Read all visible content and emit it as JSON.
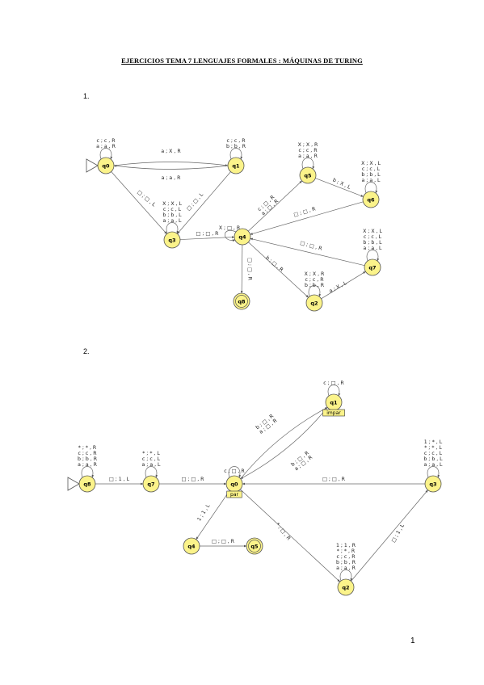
{
  "title": "EJERCICIOS TEMA 7 LENGUAJES FORMALES : MÁQUINAS DE TURING",
  "page_number": "1",
  "exercises": [
    {
      "number": "1.",
      "states": [
        {
          "id": "q0",
          "name": "q0",
          "initial": true,
          "final": false
        },
        {
          "id": "q1",
          "name": "q1",
          "initial": false,
          "final": false
        },
        {
          "id": "q3",
          "name": "q3",
          "initial": false,
          "final": false
        },
        {
          "id": "q4",
          "name": "q4",
          "initial": false,
          "final": false
        },
        {
          "id": "q5",
          "name": "q5",
          "initial": false,
          "final": false
        },
        {
          "id": "q6",
          "name": "q6",
          "initial": false,
          "final": false
        },
        {
          "id": "q7",
          "name": "q7",
          "initial": false,
          "final": false
        },
        {
          "id": "q2",
          "name": "q2",
          "initial": false,
          "final": false
        },
        {
          "id": "q8",
          "name": "q8",
          "initial": false,
          "final": true
        }
      ],
      "transitions": [
        {
          "from": "q0",
          "to": "q0",
          "labels": [
            "c ; c , R",
            "a ; a , R"
          ]
        },
        {
          "from": "q1",
          "to": "q1",
          "labels": [
            "c ; c , R",
            "b ; b , R"
          ]
        },
        {
          "from": "q0",
          "to": "q1",
          "labels": [
            "a ; X , R"
          ]
        },
        {
          "from": "q1",
          "to": "q0",
          "labels": [
            "a ; a , R"
          ]
        },
        {
          "from": "q0",
          "to": "q3",
          "labels": [
            "□ ; □ , L"
          ]
        },
        {
          "from": "q1",
          "to": "q3",
          "labels": [
            "□ ; □ , L"
          ]
        },
        {
          "from": "q3",
          "to": "q3",
          "labels": [
            "X ; X , L",
            "c ; c , L",
            "b ; b , L",
            "a ; a , L"
          ]
        },
        {
          "from": "q3",
          "to": "q4",
          "labels": [
            "□ ; □ , R"
          ]
        },
        {
          "from": "q4",
          "to": "q4",
          "labels": [
            "X ; □ , R"
          ]
        },
        {
          "from": "q4",
          "to": "q5",
          "labels": [
            "c ; □ , R",
            "a ; □ , R"
          ]
        },
        {
          "from": "q5",
          "to": "q5",
          "labels": [
            "X ; X , R",
            "c ; c , R",
            "a ; a , R"
          ]
        },
        {
          "from": "q5",
          "to": "q6",
          "labels": [
            "b ; X , L"
          ]
        },
        {
          "from": "q6",
          "to": "q6",
          "labels": [
            "X ; X , L",
            "c ; c , L",
            "b ; b , L",
            "a ; a , L"
          ]
        },
        {
          "from": "q6",
          "to": "q4",
          "labels": [
            "□ ; □ , R"
          ]
        },
        {
          "from": "q4",
          "to": "q8",
          "labels": [
            "□ ; □ , R"
          ]
        },
        {
          "from": "q4",
          "to": "q2",
          "labels": [
            "b ; □ , R"
          ]
        },
        {
          "from": "q2",
          "to": "q2",
          "labels": [
            "X ; X , R",
            "c ; c , R",
            "b ; b , R"
          ]
        },
        {
          "from": "q2",
          "to": "q7",
          "labels": [
            "a ; X , L"
          ]
        },
        {
          "from": "q7",
          "to": "q7",
          "labels": [
            "X ; X , L",
            "c ; c , L",
            "b ; b , L",
            "a ; a , L"
          ]
        },
        {
          "from": "q7",
          "to": "q4",
          "labels": [
            "□ ; □ , R"
          ]
        }
      ]
    },
    {
      "number": "2.",
      "states": [
        {
          "id": "q8",
          "name": "q8",
          "initial": true,
          "final": false
        },
        {
          "id": "q7",
          "name": "q7",
          "initial": false,
          "final": false
        },
        {
          "id": "q0",
          "name": "q0",
          "initial": false,
          "final": false,
          "tag": "par"
        },
        {
          "id": "q1",
          "name": "q1",
          "initial": false,
          "final": false,
          "tag": "impar"
        },
        {
          "id": "q3",
          "name": "q3",
          "initial": false,
          "final": false
        },
        {
          "id": "q4",
          "name": "q4",
          "initial": false,
          "final": false
        },
        {
          "id": "q5",
          "name": "q5",
          "initial": false,
          "final": true
        },
        {
          "id": "q2",
          "name": "q2",
          "initial": false,
          "final": false
        }
      ],
      "transitions": [
        {
          "from": "q8",
          "to": "q8",
          "labels": [
            "* ; * , R",
            "c ; c , R",
            "b ; b , R",
            "a ; a , R"
          ]
        },
        {
          "from": "q8",
          "to": "q7",
          "labels": [
            "□ ; 1 , L"
          ]
        },
        {
          "from": "q7",
          "to": "q7",
          "labels": [
            "* ; * , L",
            "c ; c , L",
            "a ; a , L"
          ]
        },
        {
          "from": "q7",
          "to": "q0",
          "labels": [
            "□ ; □ , R"
          ]
        },
        {
          "from": "q0",
          "to": "q0",
          "labels": [
            "c ; □ , R"
          ]
        },
        {
          "from": "q0",
          "to": "q1",
          "labels": [
            "b ; □ , R",
            "a ; □ , R"
          ]
        },
        {
          "from": "q1",
          "to": "q1",
          "labels": [
            "c ; □ , R"
          ]
        },
        {
          "from": "q1",
          "to": "q0",
          "labels": [
            "b ; □ , R",
            "a ; □ , R"
          ]
        },
        {
          "from": "q3",
          "to": "q3",
          "labels": [
            "1 ; * , L",
            "* ; * , L",
            "c ; c , L",
            "b ; b , L",
            "a ; a , L"
          ]
        },
        {
          "from": "q3",
          "to": "q0",
          "labels": [
            "□ ; □ , R"
          ]
        },
        {
          "from": "q0",
          "to": "q4",
          "labels": [
            "1 ; 1 , L"
          ]
        },
        {
          "from": "q4",
          "to": "q5",
          "labels": [
            "□ ; □ , R"
          ]
        },
        {
          "from": "q0",
          "to": "q2",
          "labels": [
            "* ; □ , R"
          ]
        },
        {
          "from": "q2",
          "to": "q2",
          "labels": [
            "1 ; 1 , R",
            "* ; * , R",
            "c ; c , R",
            "b ; b , R",
            "a ; a , R"
          ]
        },
        {
          "from": "q2",
          "to": "q3",
          "labels": [
            "□ ; 1 , L"
          ]
        }
      ]
    }
  ]
}
